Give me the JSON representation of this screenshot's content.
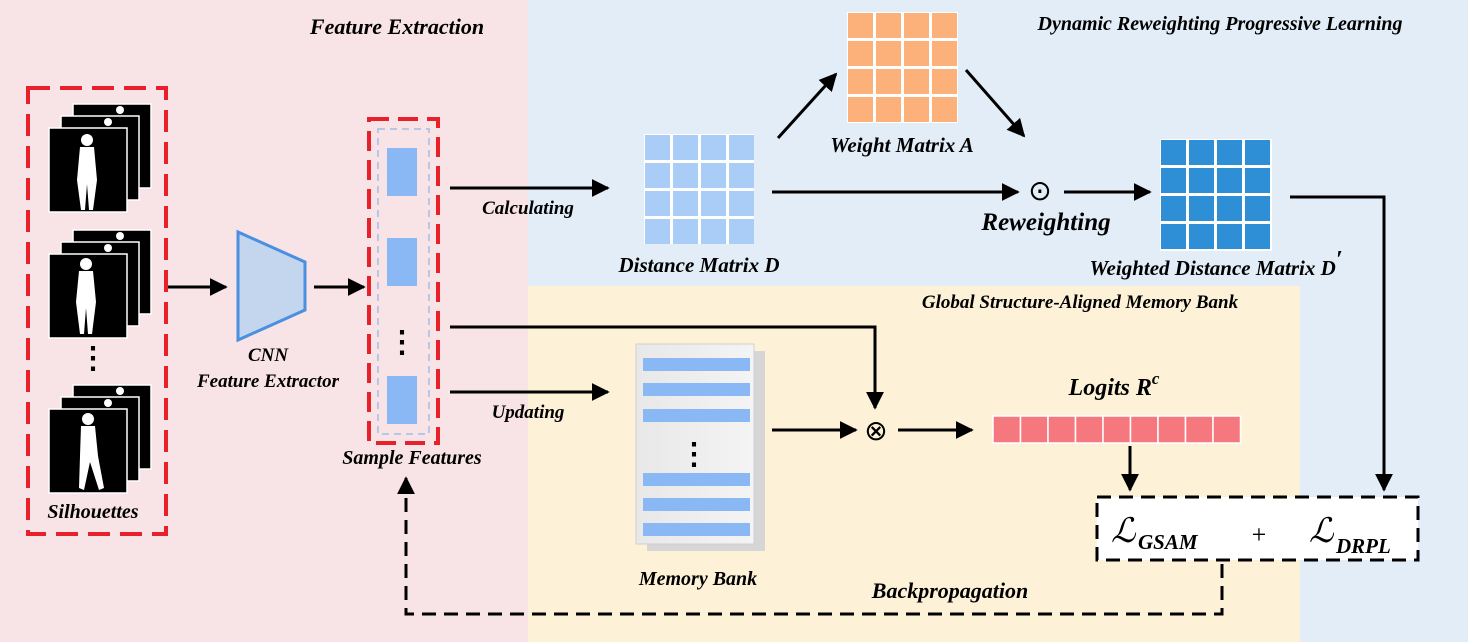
{
  "regions": {
    "feature_extraction": "Feature Extraction",
    "drpl": "Dynamic Reweighting Progressive Learning",
    "gsam": "Global Structure-Aligned Memory Bank"
  },
  "nodes": {
    "silhouettes": "Silhouettes",
    "cnn_line1": "CNN",
    "cnn_line2": "Feature Extractor",
    "sample_features": "Sample Features",
    "distance_matrix": "Distance Matrix D",
    "weight_matrix": "Weight Matrix A",
    "weighted_distance": "Weighted Distance Matrix D",
    "weighted_distance_prime": "′",
    "memory_bank": "Memory Bank",
    "logits": "Logits R",
    "logits_sup": "c"
  },
  "edges": {
    "calculating": "Calculating",
    "updating": "Updating",
    "reweighting": "Reweighting",
    "backpropagation": "Backpropagation"
  },
  "operators": {
    "hadamard": "⊙",
    "product": "⊗",
    "vdots": "⋮"
  },
  "loss": {
    "symbol": "ℒ",
    "gsam_sub": "GSAM",
    "plus": "+",
    "drpl_sub": "DRPL"
  },
  "colors": {
    "feature_region": "#f8e4e7",
    "drpl_region": "#e3edf8",
    "gsam_region": "#fdf2d8",
    "red_dash": "#e8202a",
    "feature_blue": "#8ab8f5",
    "distance_cell": "#a9cdf7",
    "weight_cell": "#fcb07a",
    "weighted_cell": "#2e8fd6",
    "logit_cell": "#f5787f"
  }
}
